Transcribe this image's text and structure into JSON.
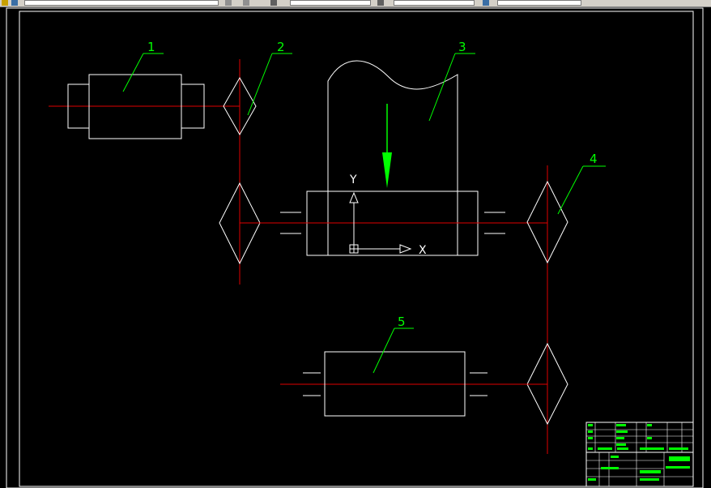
{
  "app": {
    "toolbar_icons": [
      "layer-properties-icon",
      "layer-combo",
      "color-icon",
      "linetype-combo",
      "lineweight-icon",
      "plotstyle-combo"
    ]
  },
  "colors": {
    "background": "#000000",
    "outline": "#ffffff",
    "centerline": "#e00000",
    "leader": "#00ff00",
    "arrow": "#00ff00",
    "ucs": "#ffffff"
  },
  "drawing": {
    "balloons": [
      {
        "id": "1",
        "label": "1"
      },
      {
        "id": "2",
        "label": "2"
      },
      {
        "id": "3",
        "label": "3"
      },
      {
        "id": "4",
        "label": "4"
      },
      {
        "id": "5",
        "label": "5"
      }
    ],
    "ucs": {
      "x_label": "X",
      "y_label": "Y"
    }
  }
}
